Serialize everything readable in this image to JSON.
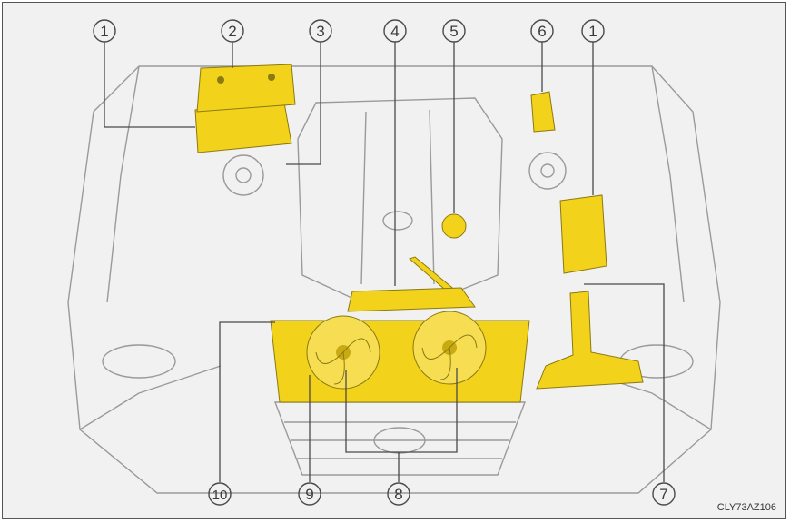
{
  "image_code": "CLY73AZ106",
  "callouts": [
    {
      "id": "c1a",
      "label": "1"
    },
    {
      "id": "c2",
      "label": "2"
    },
    {
      "id": "c3",
      "label": "3"
    },
    {
      "id": "c4",
      "label": "4"
    },
    {
      "id": "c5",
      "label": "5"
    },
    {
      "id": "c6",
      "label": "6"
    },
    {
      "id": "c1b",
      "label": "1"
    },
    {
      "id": "c7",
      "label": "7"
    },
    {
      "id": "c8",
      "label": "8"
    },
    {
      "id": "c9",
      "label": "9"
    },
    {
      "id": "c10",
      "label": "10"
    }
  ],
  "colors": {
    "highlight": "#f3d21b",
    "outline": "#9a9a9a",
    "background": "#f1f1f1"
  }
}
